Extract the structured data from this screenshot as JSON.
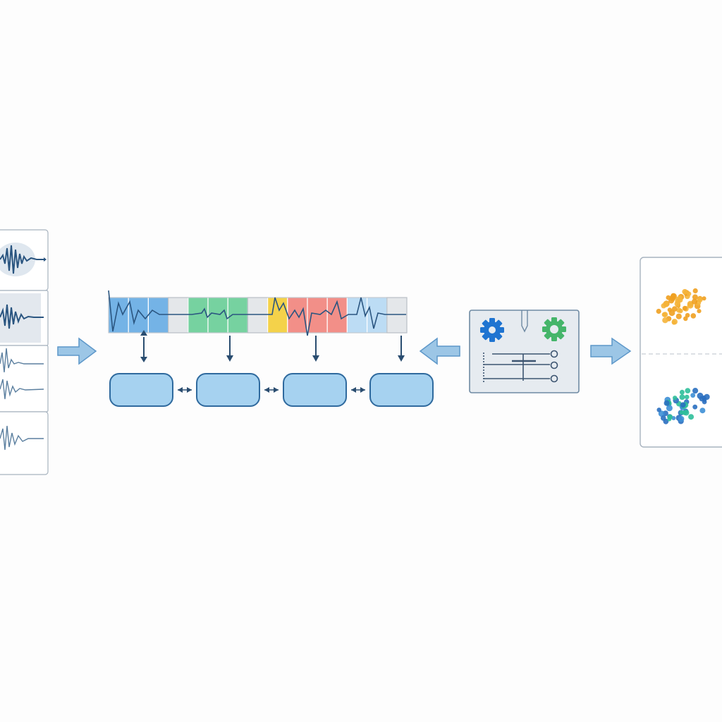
{
  "colors": {
    "background": "#fdfdfd",
    "panel_border": "#a7b3bf",
    "waveform": "#2a5580",
    "arrow_fill": "#9cc6e6",
    "arrow_stroke": "#5d97c9",
    "connector": "#2a4d70",
    "node_fill": "#a6d2f0",
    "node_stroke": "#2f6a9e",
    "segment_blue": "#74b3e6",
    "segment_gray": "#e4e7ea",
    "segment_green": "#76d2a0",
    "segment_yellow": "#f4d24a",
    "segment_red": "#f28f88",
    "segment_light_blue": "#bcdcf4",
    "gear_blue": "#1f74d1",
    "gear_green": "#45b56a",
    "cluster_orange": "#f0a020",
    "cluster_blue": "#3d8fd6",
    "cluster_teal": "#2fbf9a"
  },
  "diagram": {
    "input_signals": {
      "icons": [
        "waveform-icon",
        "waveform-icon",
        "waveform-icon",
        "waveform-icon",
        "waveform-icon"
      ]
    },
    "segments": {
      "sequence": [
        "blue",
        "blue",
        "blue",
        "gray",
        "green",
        "green",
        "green",
        "gray",
        "yellow",
        "red",
        "red",
        "red",
        "light_blue",
        "light_blue",
        "gray"
      ]
    },
    "processing_nodes": {
      "count": 4
    },
    "config_panel": {
      "icons": [
        "gear-icon",
        "gear-icon",
        "toggle-icon"
      ]
    },
    "output_clusters": {
      "groups": [
        "orange",
        "blue-teal"
      ]
    }
  }
}
